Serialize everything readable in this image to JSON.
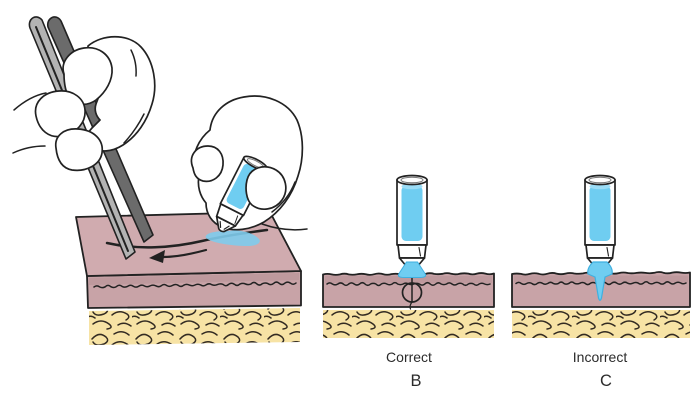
{
  "figure": {
    "panels": {
      "b": {
        "caption": "Correct",
        "letter": "B"
      },
      "c": {
        "caption": "Incorrect",
        "letter": "C"
      }
    },
    "colors": {
      "background": "#ffffff",
      "skin_top": "#d0abaf",
      "skin_front": "#c8a3a7",
      "epidermis_shade": "#b28d93",
      "fat": "#f7e3a5",
      "fat_stroke": "#332b22",
      "adhesive": "#6fcdf1",
      "adhesive_light": "#9bdcf6",
      "adhesive_streak": "#7ecbec",
      "adhesive_edge": "#3fb0e0",
      "outline": "#222222",
      "wound": "#a23f3c",
      "forceps_light": "#b3b3b3",
      "forceps_dark": "#6b6b6b",
      "text": "#2b2b2b"
    }
  }
}
